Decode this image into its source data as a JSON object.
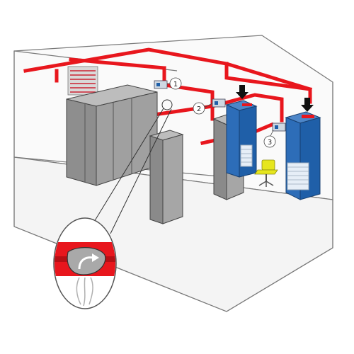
{
  "callouts": [
    {
      "label": "1"
    },
    {
      "label": "2"
    },
    {
      "label": "3"
    }
  ],
  "colors": {
    "pipe": "#e8161d",
    "cabinet_gray": "#8e8e8e",
    "cabinet_blue": "#1f5fa8",
    "chair_yellow": "#e6e61e",
    "room_line": "#7a7a7a",
    "floor": "#f4f4f4"
  },
  "icons": [
    "fire-suppression-detector-icon",
    "air-flow-arrow-icon",
    "office-chair-icon"
  ]
}
